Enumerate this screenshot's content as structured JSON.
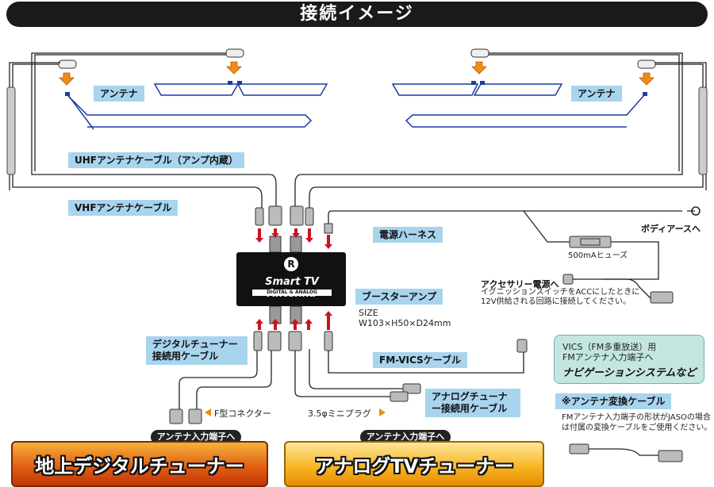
{
  "title": "接続イメージ",
  "labels": {
    "antenna_left": "アンテナ",
    "antenna_right": "アンテナ",
    "uhf_cable": "UHFアンテナケーブル（アンプ内蔵）",
    "vhf_cable": "VHFアンテナケーブル",
    "power_harness": "電源ハーネス",
    "booster_amp": "ブースターアンプ",
    "digital_tuner_cable": "デジタルチューナー接続用ケーブル",
    "fm_vics_cable": "FM-VICSケーブル",
    "analog_tuner_cable": "アナログチューナー接続用ケーブル",
    "antenna_conv_cable": "※アンテナ変換ケーブル"
  },
  "texts": {
    "body_earth": "ボディアースへ",
    "fuse": "500mAヒューズ",
    "accessory_title": "アクセサリー電源へ",
    "accessory_note1": "イグニッションスイッチをACCにしたときに",
    "accessory_note2": "12V供給される回路に接続してください。",
    "size_label": "SIZE",
    "size_value": "W103×H50×D24mm",
    "f_connector": "F型コネクター",
    "mini_plug": "3.5φミニプラグ",
    "conv_note1": "FMアンテナ入力端子の形状がJASOの場合",
    "conv_note2": "は付属の変換ケーブルをご使用ください。"
  },
  "vics_box": {
    "line1": "VICS（FM多重放送）用",
    "line2": "FMアンテナ入力端子へ",
    "line3": "ナビゲーションシステムなど"
  },
  "amp": {
    "logo": "Smart TV Antenna",
    "sub": "DIGITAL & ANALOG",
    "badge": "R"
  },
  "tuners": {
    "digital": {
      "pill": "アンテナ入力端子へ",
      "label": "地上デジタルチューナー"
    },
    "analog": {
      "pill": "アンテナ入力端子へ",
      "label": "アナログTVチューナー"
    }
  },
  "colors": {
    "label_bg": "#a8d4ee",
    "antenna_line": "#1e3aa0",
    "arrow_red": "#c8141e",
    "arrow_orange": "#f08c14",
    "tuner_digital": "#e05a10",
    "tuner_analog": "#f7b21f"
  }
}
